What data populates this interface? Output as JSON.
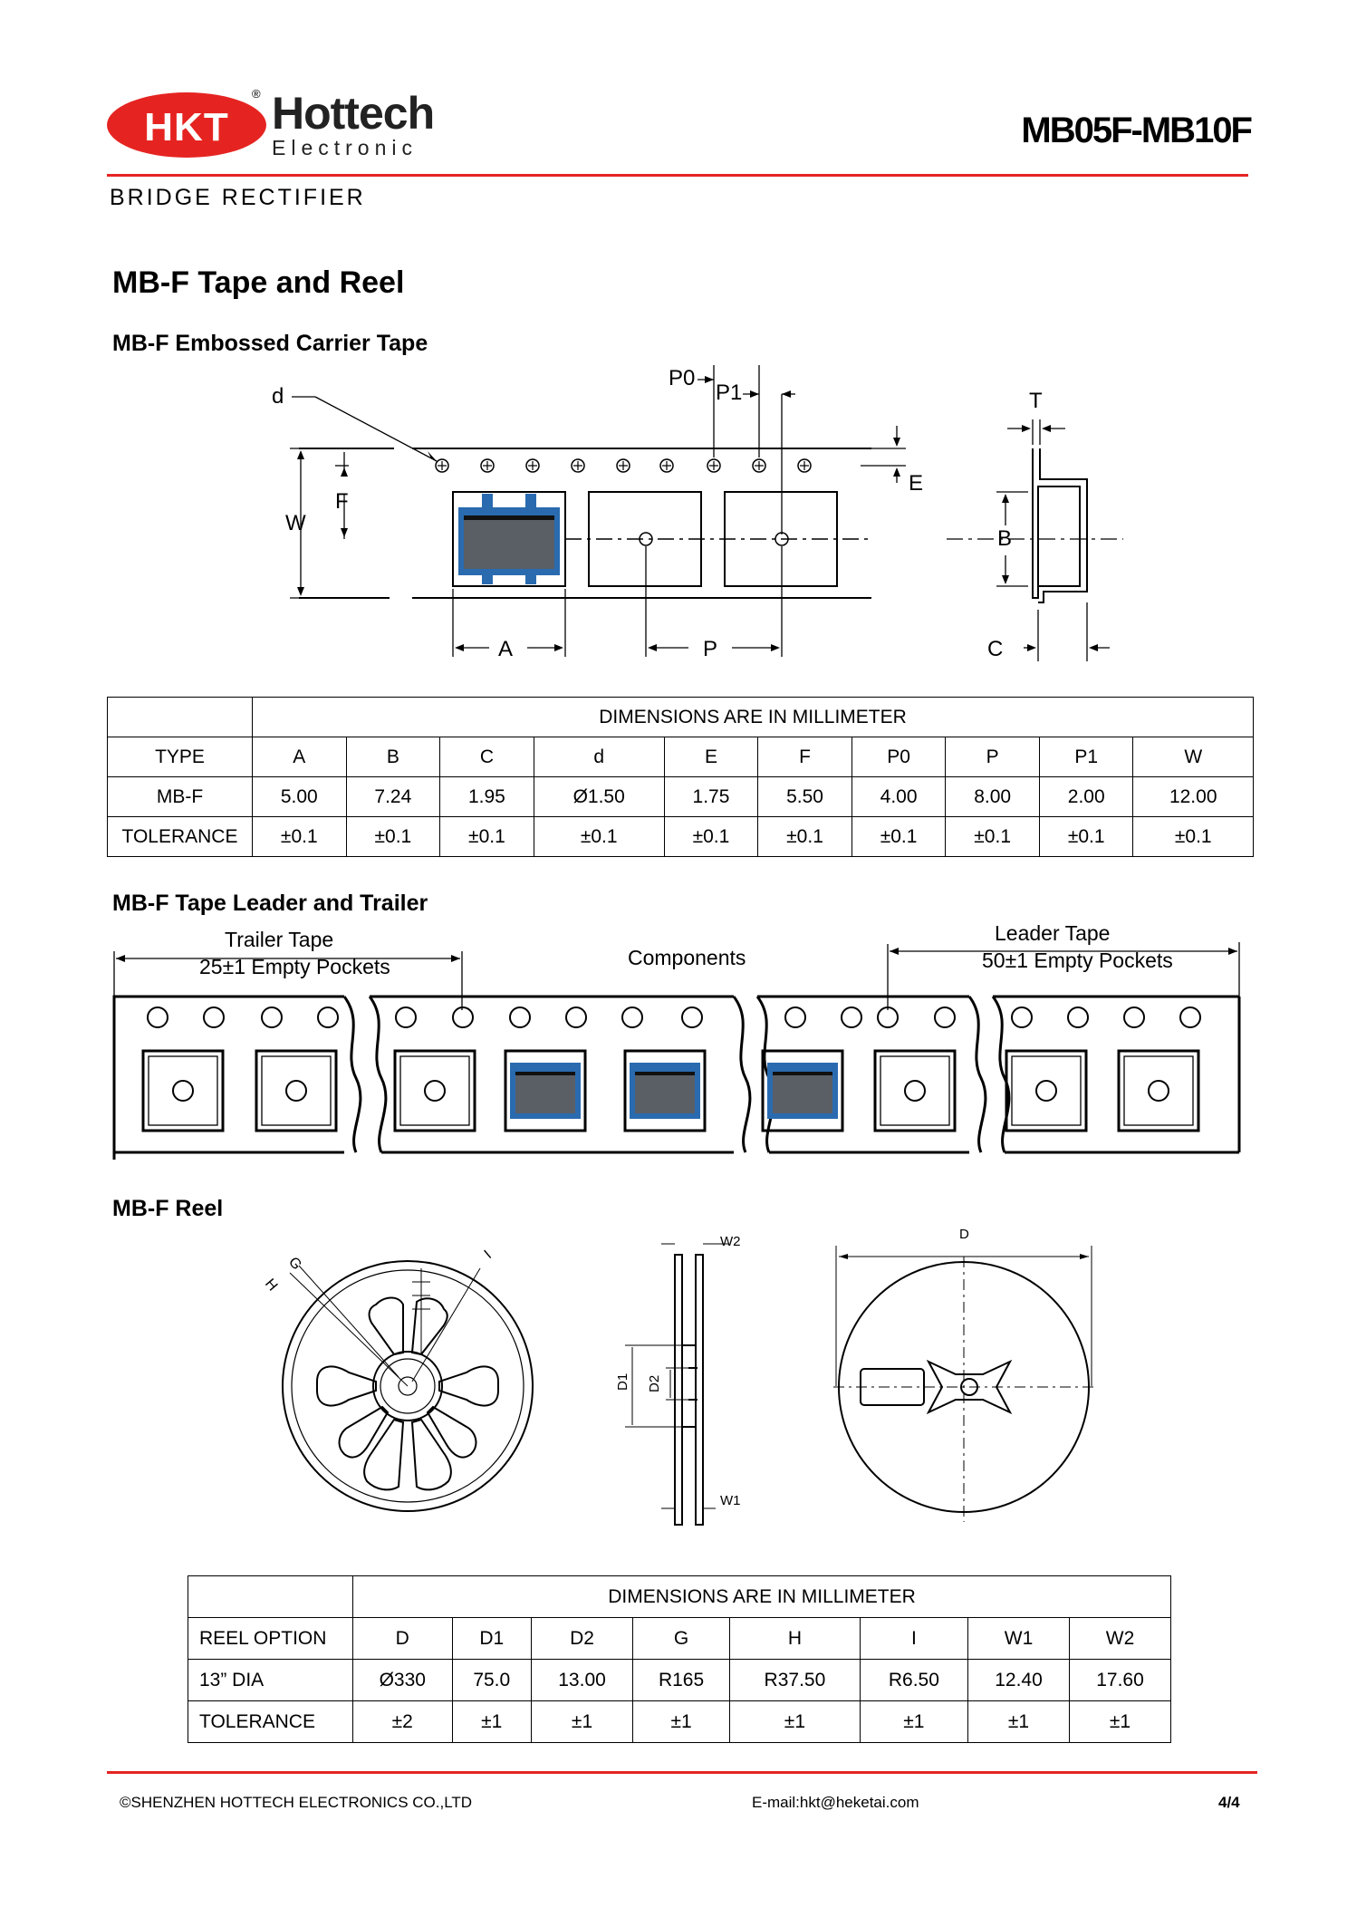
{
  "header": {
    "logo_mark": "HKT",
    "logo_registered": "®",
    "company_name": "Hottech",
    "company_sub": "Electronic",
    "part_range": "MB05F-MB10F",
    "subtitle": "BRIDGE RECTIFIER"
  },
  "sections": {
    "title": "MB-F Tape and Reel",
    "carrier_tape": "MB-F  Embossed Carrier Tape",
    "leader_trailer": "MB-F Tape Leader and Trailer",
    "reel": "MB-F  Reel"
  },
  "carrier_diagram": {
    "labels": {
      "d": "d",
      "p0": "P0",
      "p1": "P1",
      "t": "T",
      "e": "E",
      "w": "W",
      "f": "F",
      "b": "B",
      "a": "A",
      "p": "P",
      "c": "C"
    }
  },
  "tape_table": {
    "caption": "DIMENSIONS ARE IN MILLIMETER",
    "header": [
      "TYPE",
      "A",
      "B",
      "C",
      "d",
      "E",
      "F",
      "P0",
      "P",
      "P1",
      "W"
    ],
    "rows": [
      [
        "MB-F",
        "5.00",
        "7.24",
        "1.95",
        "Ø1.50",
        "1.75",
        "5.50",
        "4.00",
        "8.00",
        "2.00",
        "12.00"
      ],
      [
        "TOLERANCE",
        "±0.1",
        "±0.1",
        "±0.1",
        "±0.1",
        "±0.1",
        "±0.1",
        "±0.1",
        "±0.1",
        "±0.1",
        "±0.1"
      ]
    ]
  },
  "leader_diagram": {
    "trailer_label": "Trailer Tape",
    "trailer_count": "25±1 Empty Pockets",
    "components_label": "Components",
    "leader_label": "Leader Tape",
    "leader_count": "50±1 Empty Pockets"
  },
  "reel_diagram": {
    "labels": {
      "g": "G",
      "h": "H",
      "i": "I",
      "w2": "W2",
      "w1": "W1",
      "d1": "D1",
      "d2": "D2",
      "d": "D"
    }
  },
  "reel_table": {
    "caption": "DIMENSIONS ARE IN MILLIMETER",
    "header": [
      "REEL OPTION",
      "D",
      "D1",
      "D2",
      "G",
      "H",
      "I",
      "W1",
      "W2"
    ],
    "rows": [
      [
        "13” DIA",
        "Ø330",
        "75.0",
        "13.00",
        "R165",
        "R37.50",
        "R6.50",
        "12.40",
        "17.60"
      ],
      [
        "TOLERANCE",
        "±2",
        "±1",
        "±1",
        "±1",
        "±1",
        "±1",
        "±1",
        "±1"
      ]
    ]
  },
  "footer": {
    "copyright": "©SHENZHEN HOTTECH ELECTRONICS CO.,LTD",
    "email": "E-mail:hkt@heketai.com",
    "page": "4/4"
  },
  "colors": {
    "brand_red": "#e52421",
    "component_blue": "#2a6bb0",
    "component_gray": "#5a5f66"
  }
}
